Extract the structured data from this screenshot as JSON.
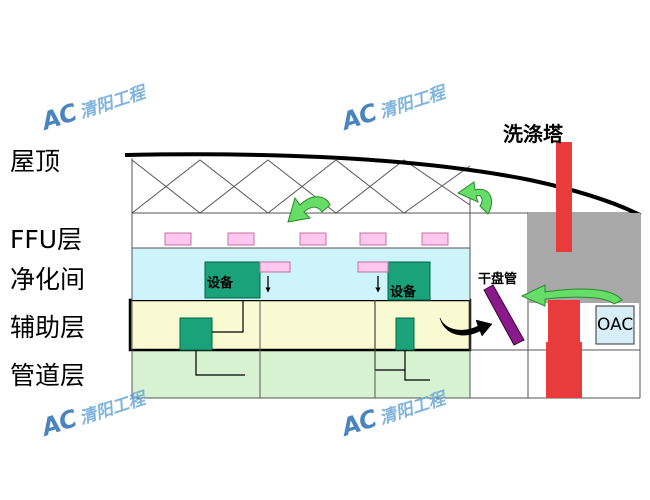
{
  "levels": {
    "roof": "屋顶",
    "ffu": "FFU层",
    "clean_room": "净化间",
    "auxiliary": "辅助层",
    "pipe": "管道层"
  },
  "equipment": {
    "left": "设备",
    "right": "设备"
  },
  "dry_coil": "干盘管",
  "scrubber": "洗涤塔",
  "oac": "OAC",
  "watermark": {
    "logo": "AC",
    "text": "清阳工程"
  },
  "colors": {
    "clean_room_fill": "#ccf4fa",
    "auxiliary_fill": "#fafad2",
    "pipe_fill": "#d6f2d0",
    "equipment_fill": "#1aa27a",
    "ffu_fill": "#ffc6f0",
    "scrubber_fill": "#e83c3c",
    "oac_box_fill": "#a8a8a8",
    "arrow_fill": "#66dd66",
    "dry_coil_fill": "#8a1a8a",
    "oac_unit_fill": "#d8eef6"
  }
}
